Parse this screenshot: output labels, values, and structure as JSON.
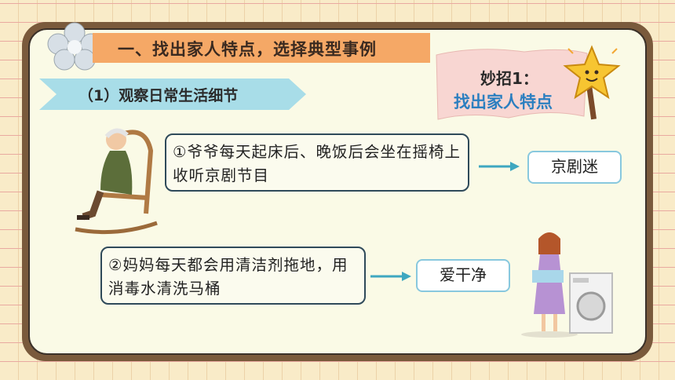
{
  "title": "一、找出家人特点，选择典型事例",
  "subtitle": "（1）观察日常生活细节",
  "tip": {
    "line1": "妙招1：",
    "line2": "找出家人特点"
  },
  "examples": [
    {
      "text": "①爷爷每天起床后、晚饭后会坐在摇椅上收听京剧节目",
      "tag": "京剧迷"
    },
    {
      "text": "②妈妈每天都会用清洁剂拖地，用消毒水清洗马桶",
      "tag": "爱干净"
    }
  ],
  "colors": {
    "title_bar": "#f5a866",
    "sub_banner": "#a8dde8",
    "tip_text": "#2b7fc0",
    "arrow": "#3ea7c0"
  }
}
